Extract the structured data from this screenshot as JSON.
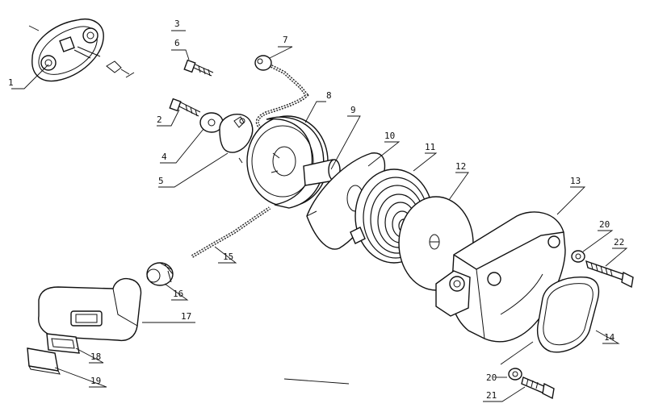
{
  "labels": {
    "p1": "1",
    "p2": "2",
    "p3": "3",
    "p4": "4",
    "p5": "5",
    "p6": "6",
    "p7": "7",
    "p8": "8",
    "p9": "9",
    "p10": "10",
    "p11": "11",
    "p12": "12",
    "p13": "13",
    "p14": "14",
    "p15": "15",
    "p16": "16",
    "p17": "17",
    "p18": "18",
    "p19": "19",
    "p20a": "20",
    "p20b": "20",
    "p21": "21",
    "p22": "22"
  }
}
